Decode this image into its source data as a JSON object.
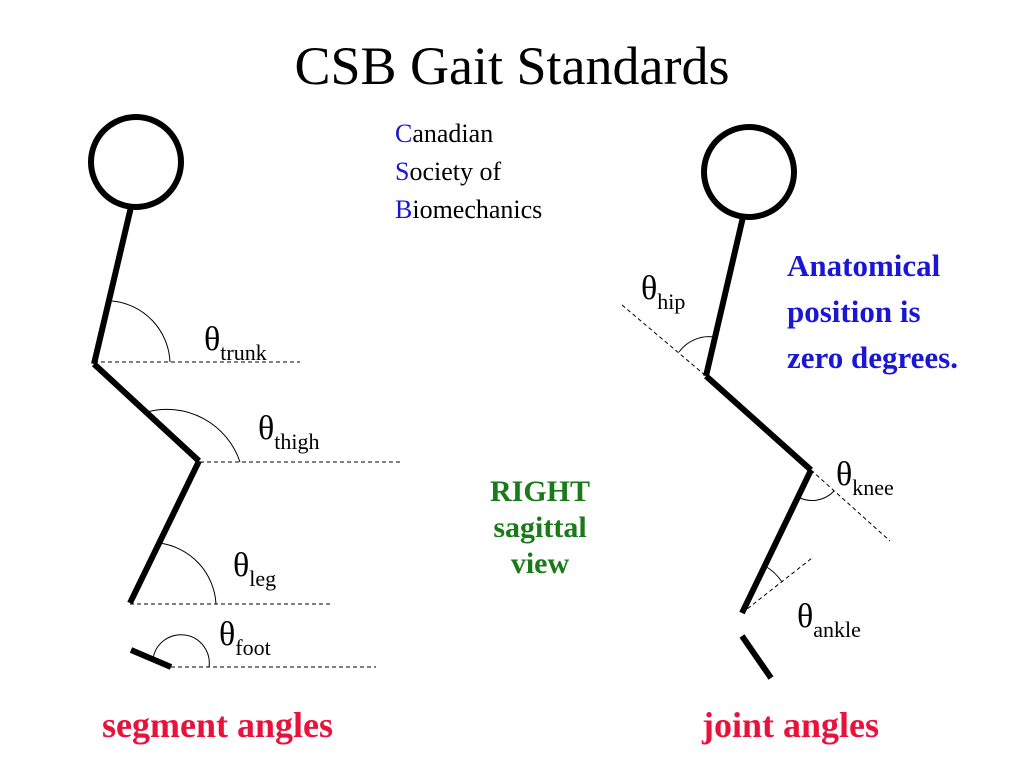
{
  "title": "CSB Gait Standards",
  "acronym": [
    {
      "initial": "C",
      "rest": "anadian"
    },
    {
      "initial": "S",
      "rest": "ociety of"
    },
    {
      "initial": "B",
      "rest": "iomechanics"
    }
  ],
  "view_label": [
    "RIGHT",
    "sagittal",
    "view"
  ],
  "anatomical_note": [
    "Anatomical",
    "position is",
    "zero degrees."
  ],
  "captions": {
    "left": "segment angles",
    "right": "joint angles"
  },
  "angle_symbol": "θ",
  "segment_angles": {
    "trunk": "trunk",
    "thigh": "thigh",
    "leg": "leg",
    "foot": "foot"
  },
  "joint_angles": {
    "hip": "hip",
    "knee": "knee",
    "ankle": "ankle"
  },
  "colors": {
    "acronym_initial": "#1a16d6",
    "view_label": "#1a7a1a",
    "anatomical_note": "#1a16d6",
    "caption": "#e8123c"
  }
}
